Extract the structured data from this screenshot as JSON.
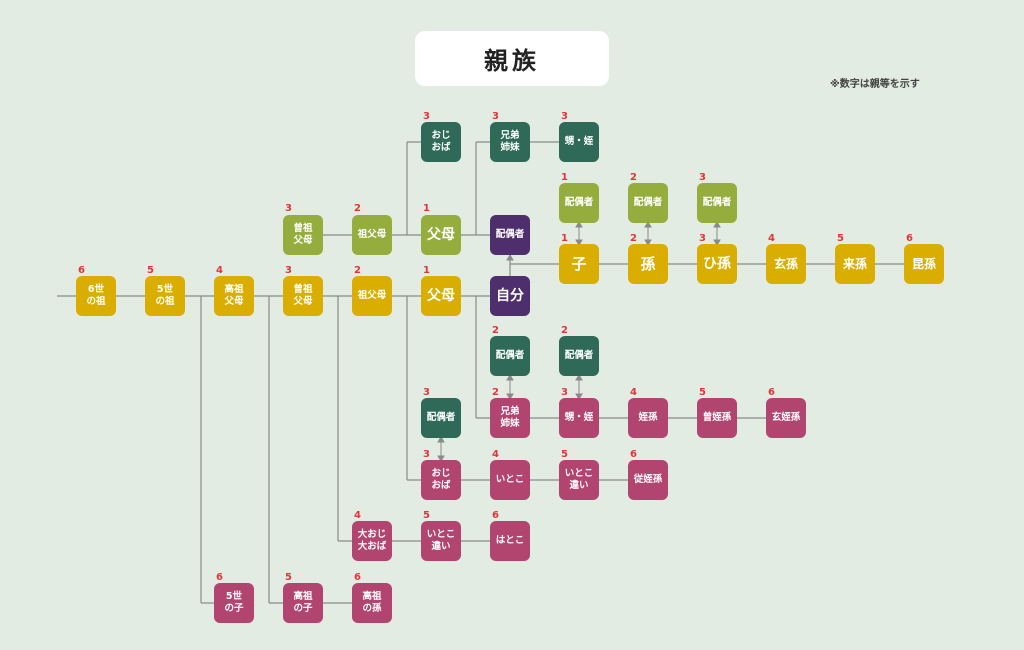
{
  "title": "親族",
  "note": "※数字は親等を示す",
  "colors": {
    "background": "#e2ece2",
    "line": "#8a8a8a",
    "degree": "#e2353b",
    "yellow": "#d9ae00",
    "olive": "#95ad3c",
    "dark_green": "#2e6a57",
    "purple": "#4e2e6d",
    "pink": "#b24570"
  },
  "nodes": [
    {
      "id": "uncle-top",
      "label": "おじ\nおば",
      "degree": "3"
    },
    {
      "id": "sibling-top",
      "label": "兄弟\n姉妹",
      "degree": "3"
    },
    {
      "id": "nephew-top",
      "label": "甥・姪",
      "degree": "3"
    },
    {
      "id": "great-gp-in-law",
      "label": "曾祖\n父母",
      "degree": "3"
    },
    {
      "id": "gp-in-law",
      "label": "祖父母",
      "degree": "2"
    },
    {
      "id": "parent-in-law",
      "label": "父母",
      "degree": "1"
    },
    {
      "id": "spouse",
      "label": "配偶者",
      "degree": ""
    },
    {
      "id": "child-spouse",
      "label": "配偶者",
      "degree": "1"
    },
    {
      "id": "grandchild-spouse",
      "label": "配偶者",
      "degree": "2"
    },
    {
      "id": "great-grandchild-spouse",
      "label": "配偶者",
      "degree": "3"
    },
    {
      "id": "child",
      "label": "子",
      "degree": "1"
    },
    {
      "id": "grandchild",
      "label": "孫",
      "degree": "2"
    },
    {
      "id": "great-grandchild",
      "label": "ひ孫",
      "degree": "3"
    },
    {
      "id": "g4-grandchild",
      "label": "玄孫",
      "degree": "4"
    },
    {
      "id": "g5-grandchild",
      "label": "来孫",
      "degree": "5"
    },
    {
      "id": "g6-grandchild",
      "label": "昆孫",
      "degree": "6"
    },
    {
      "id": "sixth-ancestor",
      "label": "6世\nの祖",
      "degree": "6"
    },
    {
      "id": "fifth-ancestor",
      "label": "5世\nの祖",
      "degree": "5"
    },
    {
      "id": "great-great-gp",
      "label": "高祖\n父母",
      "degree": "4"
    },
    {
      "id": "great-gp",
      "label": "曾祖\n父母",
      "degree": "3"
    },
    {
      "id": "gp",
      "label": "祖父母",
      "degree": "2"
    },
    {
      "id": "parent",
      "label": "父母",
      "degree": "1"
    },
    {
      "id": "self",
      "label": "自分",
      "degree": ""
    },
    {
      "id": "sibling-spouse",
      "label": "配偶者",
      "degree": "2"
    },
    {
      "id": "nephew-spouse",
      "label": "配偶者",
      "degree": "2"
    },
    {
      "id": "sibling",
      "label": "兄弟\n姉妹",
      "degree": "2"
    },
    {
      "id": "nephew",
      "label": "甥・姪",
      "degree": "3"
    },
    {
      "id": "grandnephew",
      "label": "姪孫",
      "degree": "4"
    },
    {
      "id": "great-grandnephew",
      "label": "曾姪孫",
      "degree": "5"
    },
    {
      "id": "g4-grandnephew",
      "label": "玄姪孫",
      "degree": "6"
    },
    {
      "id": "uncle-spouse",
      "label": "配偶者",
      "degree": "3"
    },
    {
      "id": "uncle",
      "label": "おじ\nおば",
      "degree": "3"
    },
    {
      "id": "cousin",
      "label": "いとこ",
      "degree": "4"
    },
    {
      "id": "first-cousin-once-removed",
      "label": "いとこ\n違い",
      "degree": "5"
    },
    {
      "id": "cousin-grandchild",
      "label": "従姪孫",
      "degree": "6"
    },
    {
      "id": "great-uncle",
      "label": "大おじ\n大おば",
      "degree": "4"
    },
    {
      "id": "great-uncle-child",
      "label": "いとこ\n違い",
      "degree": "5"
    },
    {
      "id": "second-cousin",
      "label": "はとこ",
      "degree": "6"
    },
    {
      "id": "fifth-descendant",
      "label": "5世\nの子",
      "degree": "6"
    },
    {
      "id": "great-great-gp-child",
      "label": "高祖\nの子",
      "degree": "5"
    },
    {
      "id": "great-great-gp-grandchild",
      "label": "高祖\nの孫",
      "degree": "6"
    }
  ]
}
